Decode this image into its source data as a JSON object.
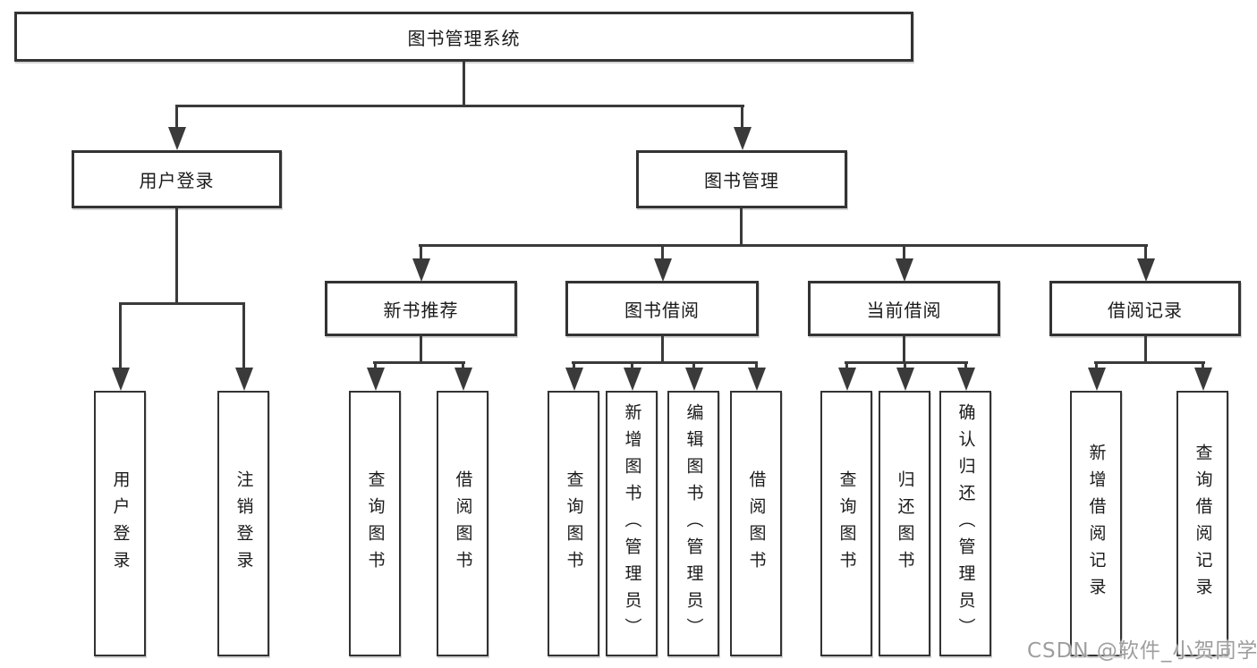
{
  "colors": {
    "line": "#3a3a3a",
    "box_border": "#333333",
    "box_background": "#ffffff",
    "text": "#1a1a1a",
    "watermark": "#9e9e9e",
    "page_background": "#ffffff"
  },
  "watermark": {
    "text": "CSDN @软件_小贺同学"
  },
  "tree": {
    "root": {
      "label": "图书管理系统"
    },
    "branches": [
      {
        "label": "用户登录",
        "children": [
          {
            "label": "用户登录"
          },
          {
            "label": "注销登录"
          }
        ]
      },
      {
        "label": "图书管理",
        "sections": [
          {
            "label": "新书推荐",
            "children": [
              {
                "label": "查询图书"
              },
              {
                "label": "借阅图书"
              }
            ]
          },
          {
            "label": "图书借阅",
            "children": [
              {
                "label": "查询图书"
              },
              {
                "label": "新增图书（管理员）"
              },
              {
                "label": "编辑图书（管理员）"
              },
              {
                "label": "借阅图书"
              }
            ]
          },
          {
            "label": "当前借阅",
            "children": [
              {
                "label": "查询图书"
              },
              {
                "label": "归还图书"
              },
              {
                "label": "确认归还（管理员）"
              }
            ]
          },
          {
            "label": "借阅记录",
            "children": [
              {
                "label": "新增借阅记录"
              },
              {
                "label": "查询借阅记录"
              }
            ]
          }
        ]
      }
    ]
  }
}
